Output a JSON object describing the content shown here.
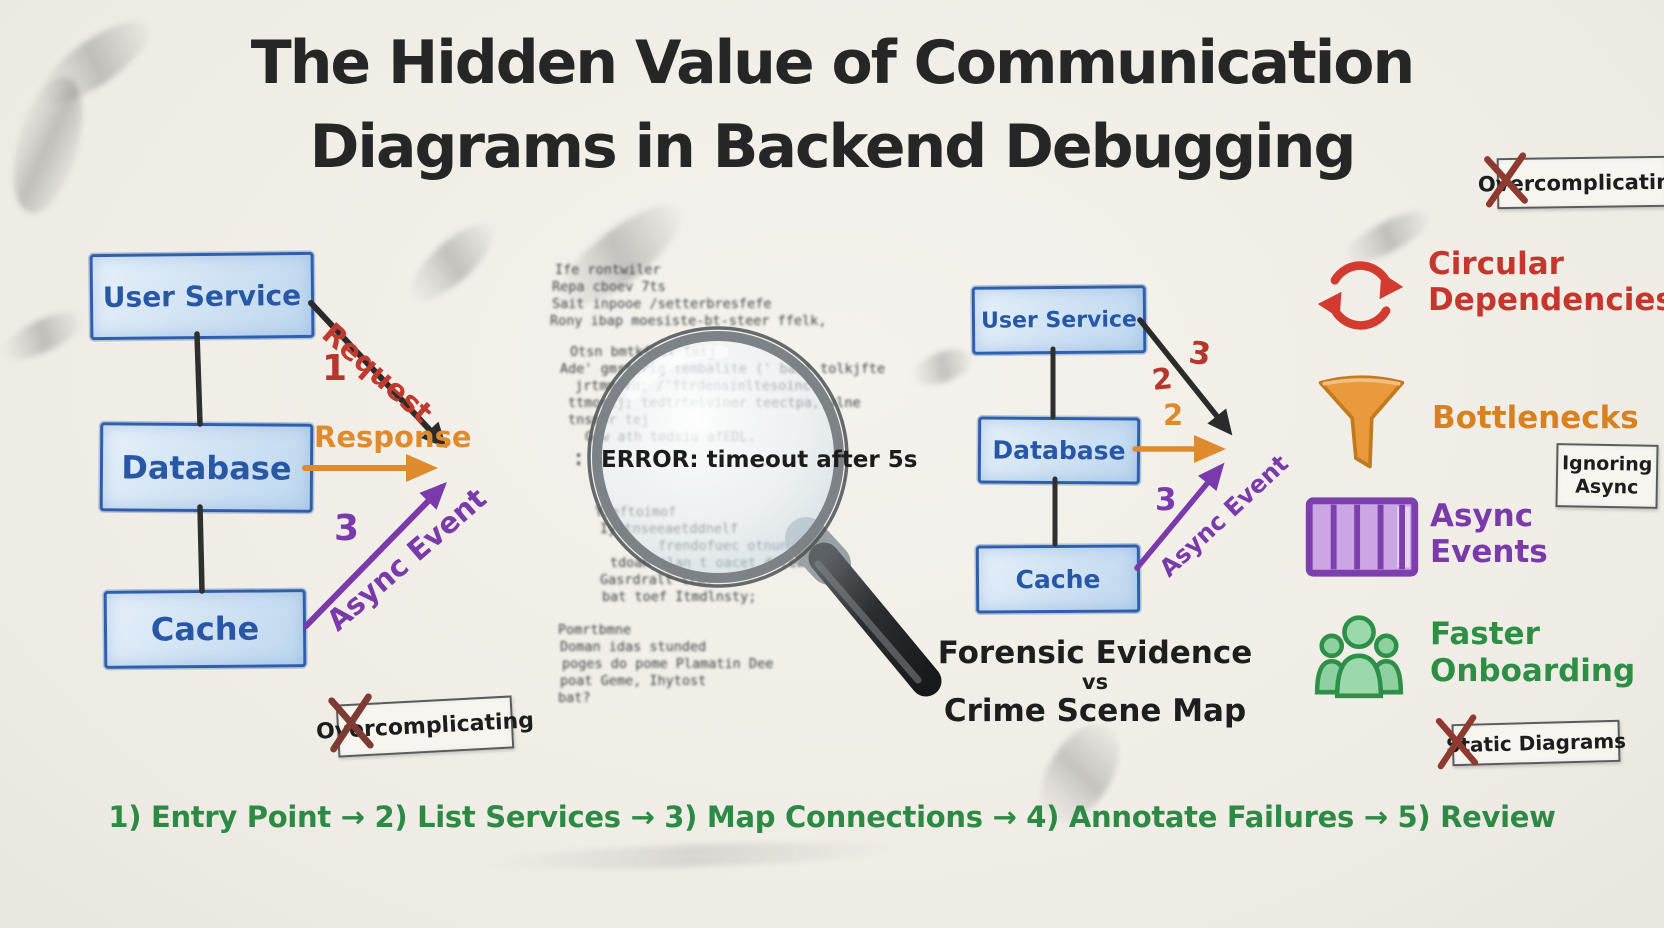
{
  "title": {
    "line1": "The Hidden Value of Communication",
    "line2": "Diagrams in Backend Debugging"
  },
  "left_diagram": {
    "node1": "User Service",
    "node2": "Database",
    "node3": "Cache",
    "request_label": "Request",
    "request_number": "1",
    "response_label": "Response",
    "async_label": "Async Event",
    "async_number": "3"
  },
  "log_panel": {
    "lines": [
      "Ife rontwiler",
      "Repa cboev 7ts",
      "Sait inpooe /setterbresfefe",
      "Rony ibap moesiste-bt-steer ffelk,",
      "Otsn bmtkfmtt tetj",
      "Ade' gmrtlrig tembalite (' bas| tolkjfte",
      "jrtmmrtd; /'ftrdensinltesoinc",
      "ttmorij; tedtrtelviner teectpa, vlne",
      "tnsmor tej",
      "Gew ath tedsiu afEDL.",
      "Yseftoimof",
      "Iyttnseeaetddnelf",
      "frendofuec otnun",
      "tdoah ilan t oacet #frew",
      "Gasrdralt trmf",
      "bat toef Itmdlnsty;",
      "Pomrtbmne",
      "Doman idas stunded",
      "poges do pome Plamatin Dee",
      "poat Geme, Ihytost",
      "bat?"
    ],
    "colon": ":",
    "error_text": "ERROR: timeout after 5s"
  },
  "right_diagram": {
    "node1": "User Service",
    "node2": "Database",
    "node3": "Cache",
    "request_number_a": "2",
    "request_number_b": "3",
    "response_number": "2",
    "async_number": "3",
    "async_label": "Async Event",
    "caption_line1": "Forensic Evidence",
    "caption_line2": "vs",
    "caption_line3": "Crime Scene Map"
  },
  "legend": {
    "item1": {
      "icon": "circular-arrows-icon",
      "line1": "Circular",
      "line2": "Dependencies",
      "color": "#c5372c"
    },
    "item2": {
      "icon": "funnel-icon",
      "line1": "Bottlenecks",
      "color": "#d8821f"
    },
    "item3": {
      "icon": "async-events-icon",
      "line1": "Async",
      "line2": "Events",
      "color": "#7b3aab"
    },
    "item4": {
      "icon": "people-icon",
      "line1": "Faster",
      "line2": "Onboarding",
      "color": "#2e8f44"
    }
  },
  "callouts": {
    "top_right": "Overcomplicating",
    "bottom_left": "Overcomplicating",
    "ignoring_line1": "Ignoring",
    "ignoring_line2": "Async",
    "static_label": "Static Diagrams"
  },
  "process_line": "1) Entry Point → 2) List Services → 3) Map Connections → 4) Annotate Failures → 5) Review"
}
